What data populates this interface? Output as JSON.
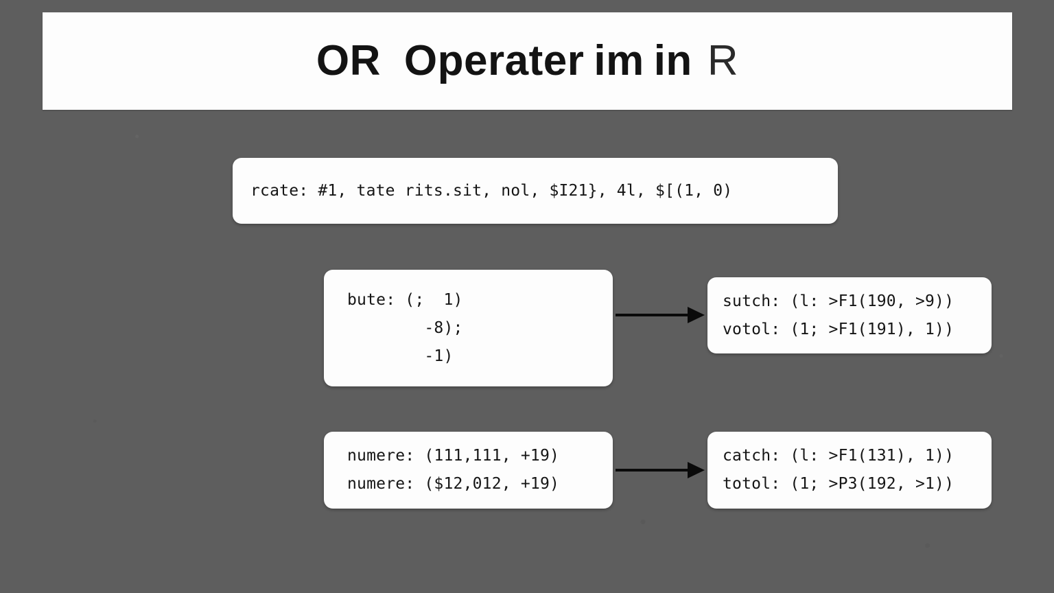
{
  "background": {
    "color": "#5e5e5e"
  },
  "title": {
    "full": "OR  Operater im in  R",
    "parts": {
      "or": "OR",
      "operater": "Operater",
      "im": "im",
      "in": "in",
      "r": "R"
    }
  },
  "cards": {
    "top": {
      "lines": [
        "rcate: #1, tate rits.sit, nol, $I21}, 4l, $[(1, 0)"
      ]
    },
    "row1_left": {
      "lines": [
        "bute: (;  1)",
        "        -8);",
        "        -1)"
      ]
    },
    "row1_right": {
      "lines": [
        "sutch: (l: >F1(190, >9))",
        "votol: (1; >F1(191), 1))"
      ]
    },
    "row2_left": {
      "lines": [
        "numere: (111,111, +19)",
        "numere: ($12,012, +19)"
      ]
    },
    "row2_right": {
      "lines": [
        "catch: (l: >F1(131), 1))",
        "totol: (1; >P3(192, >1))"
      ]
    }
  },
  "arrows": {
    "row1": "arrow-right",
    "row2": "arrow-right"
  },
  "colors": {
    "card_bg": "#fdfdfd",
    "text": "#151515",
    "arrow": "#0a0a0a",
    "banner_bg": "#fdfdfd"
  }
}
